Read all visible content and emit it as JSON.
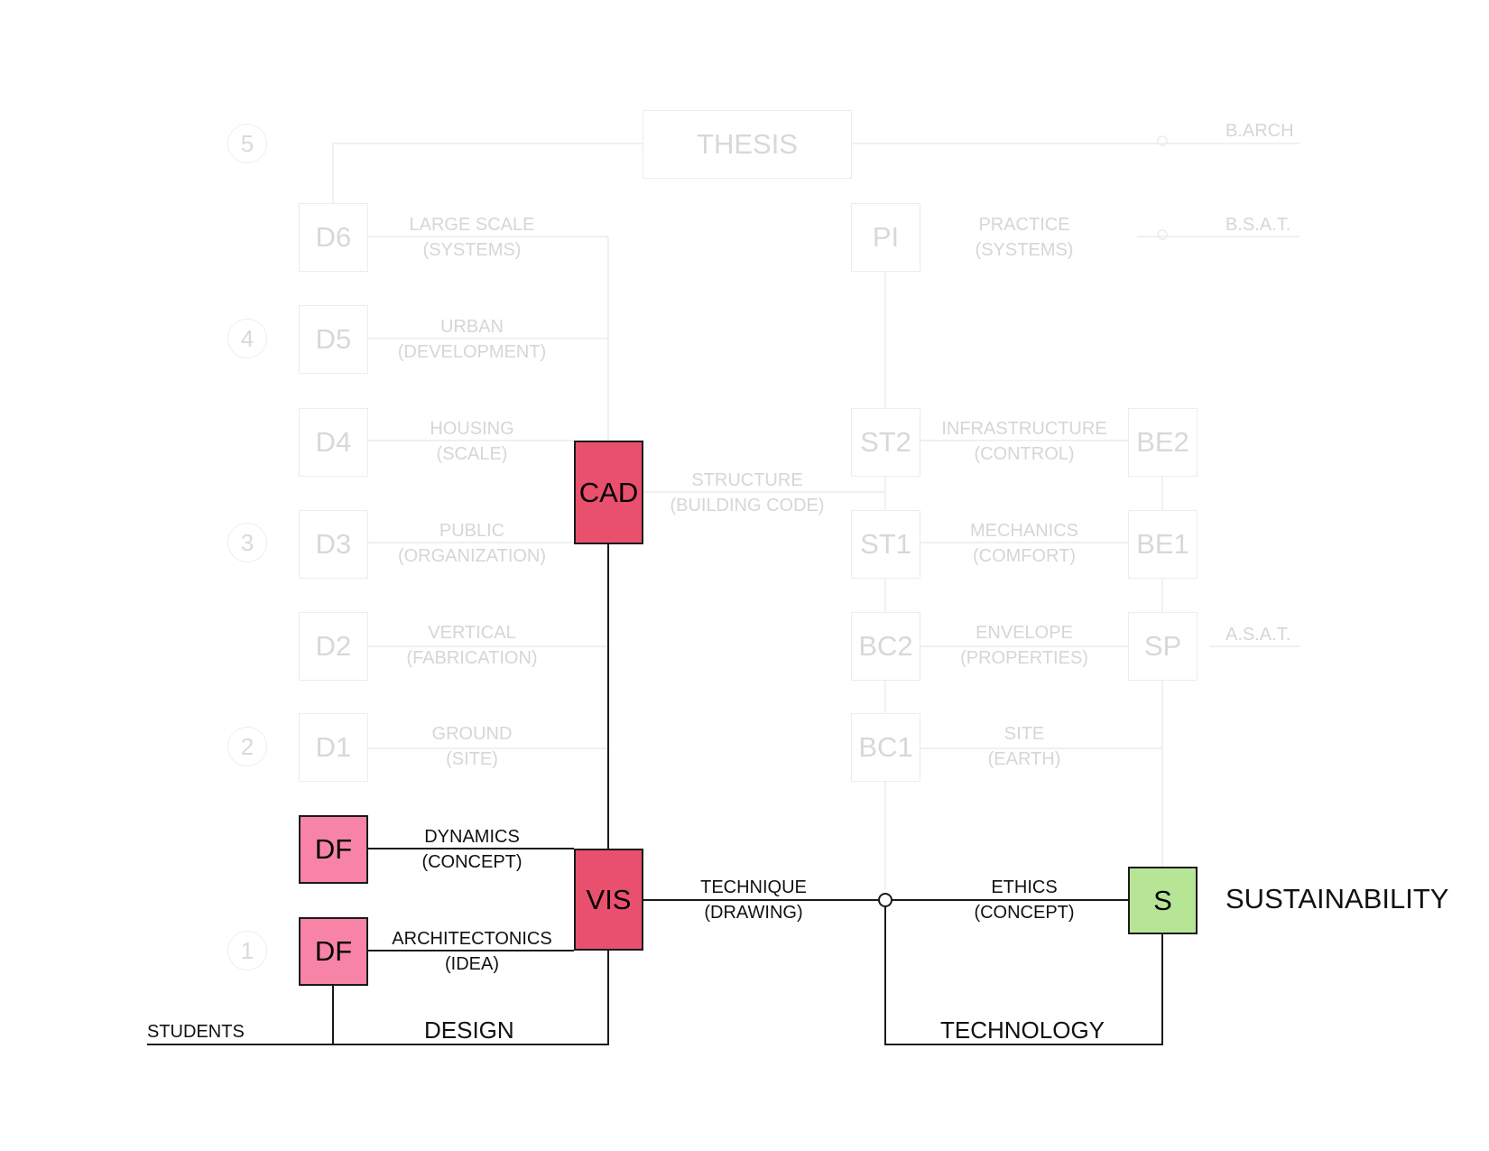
{
  "colors": {
    "faint_box_border": "#ececec",
    "faint_text": "#d8d8d8",
    "vis_cad_fill": "#e8506e",
    "df_fill": "#f784a6",
    "sustainability_fill": "#b7e596",
    "line_dark": "#1a1a1a"
  },
  "year_markers": [
    "5",
    "4",
    "3",
    "2",
    "1"
  ],
  "degrees": {
    "barch": "B.ARCH",
    "bsat": "B.S.A.T.",
    "asat": "A.S.A.T."
  },
  "thesis": "THESIS",
  "design_track": {
    "d6": {
      "code": "D6",
      "label": [
        "LARGE SCALE",
        "(SYSTEMS)"
      ]
    },
    "d5": {
      "code": "D5",
      "label": [
        "URBAN",
        "(DEVELOPMENT)"
      ]
    },
    "d4": {
      "code": "D4",
      "label": [
        "HOUSING",
        "(SCALE)"
      ]
    },
    "d3": {
      "code": "D3",
      "label": [
        "PUBLIC",
        "(ORGANIZATION)"
      ]
    },
    "d2": {
      "code": "D2",
      "label": [
        "VERTICAL",
        "(FABRICATION)"
      ]
    },
    "d1": {
      "code": "D1",
      "label": [
        "GROUND",
        "(SITE)"
      ]
    }
  },
  "tech_track": {
    "pi": {
      "code": "PI",
      "label": [
        "PRACTICE",
        "(SYSTEMS)"
      ]
    },
    "st2": {
      "code": "ST2",
      "label": [
        "INFRASTRUCTURE",
        "(CONTROL)"
      ]
    },
    "be2": {
      "code": "BE2"
    },
    "st1": {
      "code": "ST1",
      "label": [
        "MECHANICS",
        "(COMFORT)"
      ]
    },
    "be1": {
      "code": "BE1"
    },
    "bc2": {
      "code": "BC2",
      "label": [
        "ENVELOPE",
        "(PROPERTIES)"
      ]
    },
    "sp": {
      "code": "SP"
    },
    "bc1": {
      "code": "BC1",
      "label": [
        "SITE",
        "(EARTH)"
      ]
    }
  },
  "cad": {
    "code": "CAD",
    "label": [
      "STRUCTURE",
      "(BUILDING CODE)"
    ]
  },
  "foundation": {
    "df_top": {
      "code": "DF",
      "label": [
        "DYNAMICS",
        "(CONCEPT)"
      ]
    },
    "df_bottom": {
      "code": "DF",
      "label": [
        "ARCHITECTONICS",
        "(IDEA)"
      ]
    },
    "vis": {
      "code": "VIS",
      "label": [
        "TECHNIQUE",
        "(DRAWING)"
      ]
    },
    "s": {
      "code": "S",
      "label": [
        "ETHICS",
        "(CONCEPT)"
      ]
    }
  },
  "sustainability": "SUSTAINABILITY",
  "students": "STUDENTS",
  "design": "DESIGN",
  "technology": "TECHNOLOGY"
}
